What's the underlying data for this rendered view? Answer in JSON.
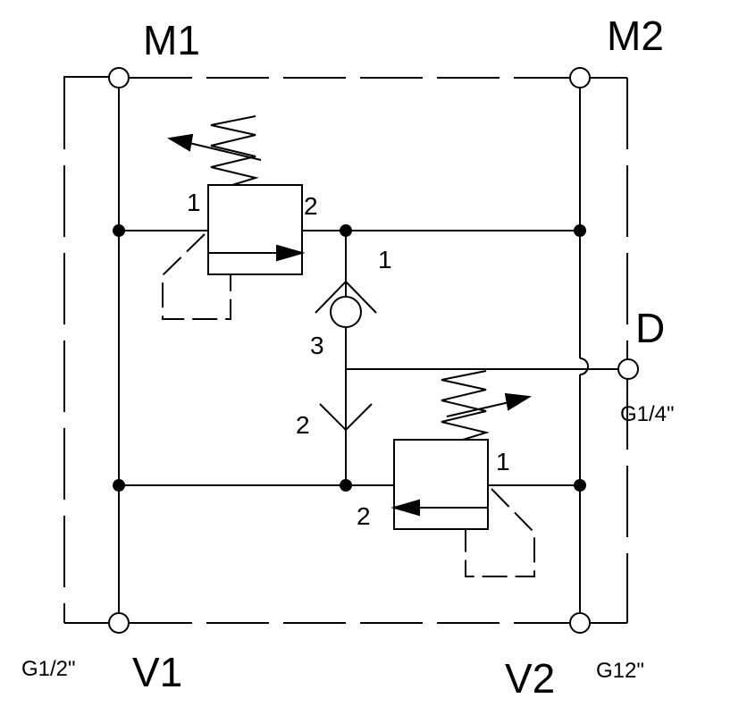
{
  "ports": {
    "m1": "M1",
    "m2": "M2",
    "v1": "V1",
    "v2": "V2",
    "d": "D"
  },
  "thread_sizes": {
    "v1": "G1/2\"",
    "v2": "G12\"",
    "d": "G1/4\""
  },
  "relief_valve_upper": {
    "port_in": "1",
    "port_out": "2"
  },
  "relief_valve_lower": {
    "port_in": "1",
    "port_out": "2"
  },
  "shuttle_valve": {
    "port_top": "1",
    "port_center": "3",
    "port_bottom": "2"
  }
}
